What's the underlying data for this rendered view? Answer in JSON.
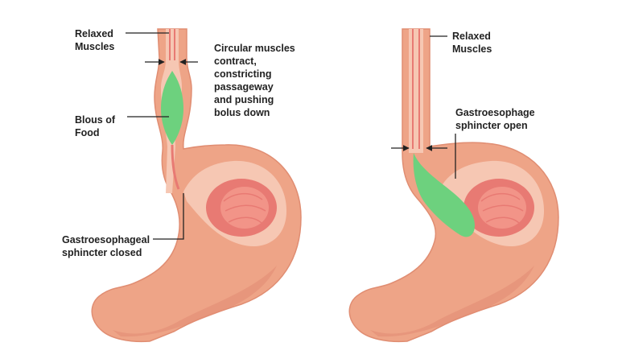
{
  "colors": {
    "outer": "#eea487",
    "outer_stroke": "#e08d72",
    "inner_wall": "#f6c7b3",
    "lumen": "#e87a73",
    "rugae": "#f29488",
    "bolus": "#6dd17e",
    "leader": "#222222"
  },
  "left_diagram": {
    "relaxed_label": "Relaxed\nMuscles",
    "circular_label": "Circular muscles\ncontract,\nconstricting\npassageway\nand pushing\nbolus down",
    "bolus_label": "Blous of\nFood",
    "sphincter_label": "Gastroesophageal\nsphincter closed"
  },
  "right_diagram": {
    "relaxed_label": "Relaxed\nMuscles",
    "sphincter_label": "Gastroesophage\nsphincter open"
  }
}
